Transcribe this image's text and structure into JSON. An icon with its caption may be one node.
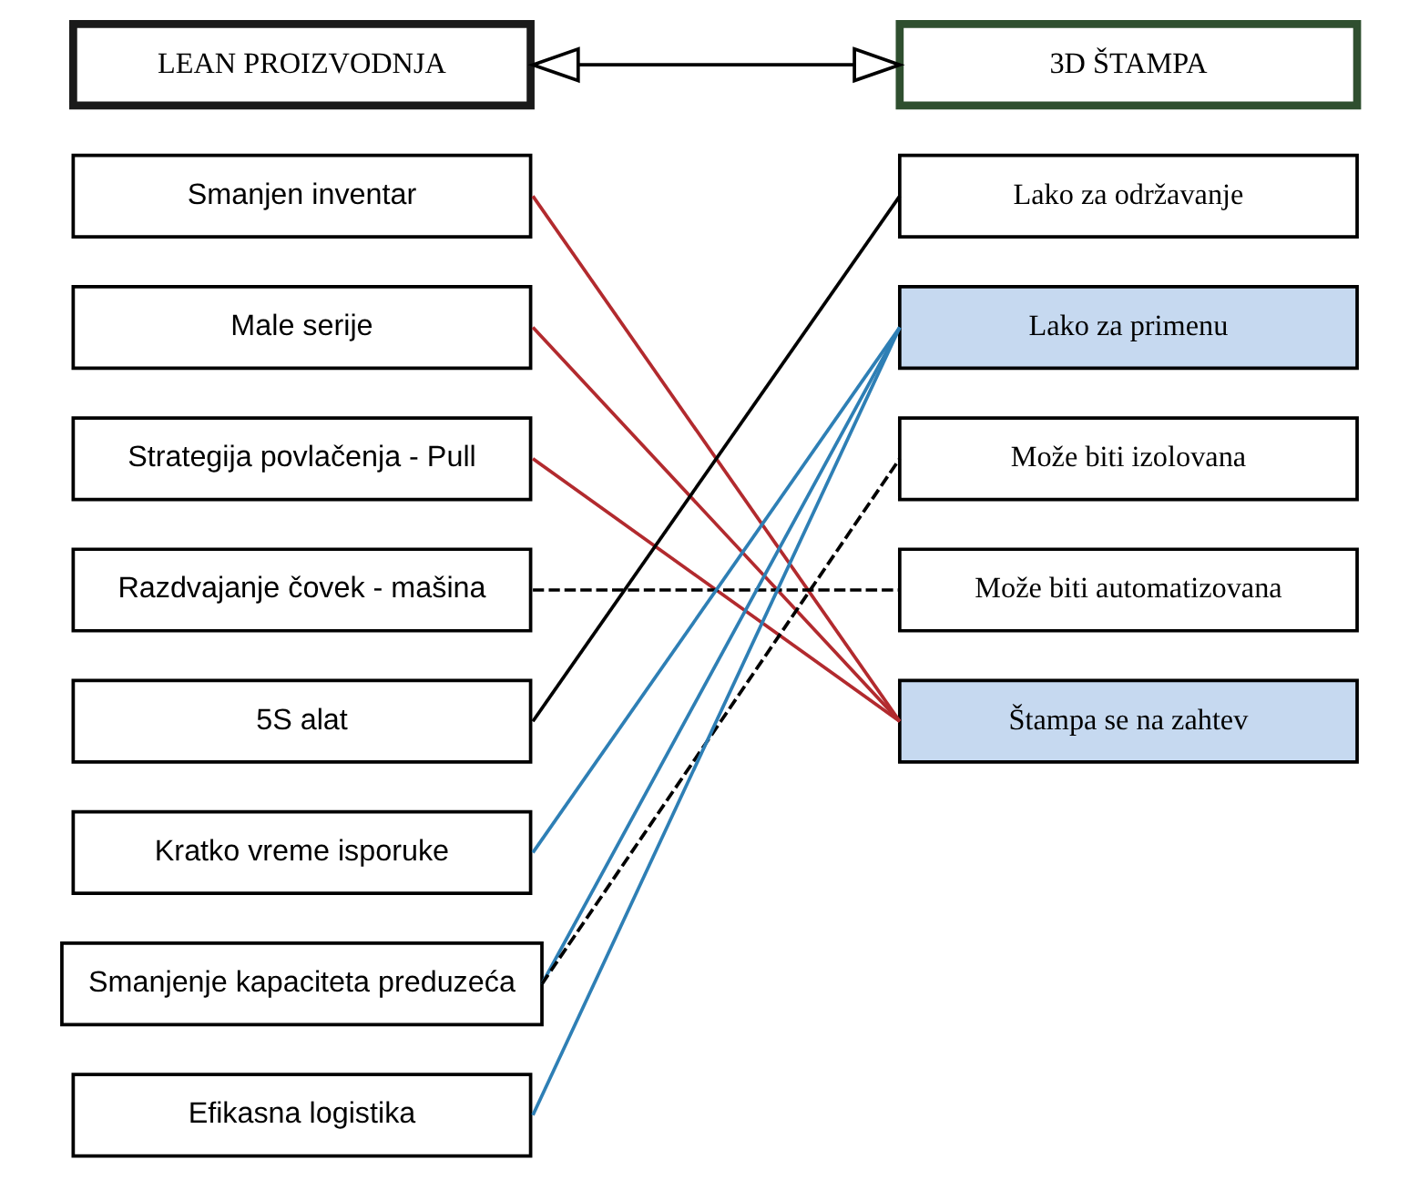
{
  "diagram": {
    "nodes": [
      {
        "text": [
          "LEAN PROIZVODNJA"
        ]
      },
      {
        "text": [
          "3D ŠTAMPA"
        ]
      },
      {
        "text": [
          "Smanjen inventar"
        ]
      },
      {
        "text": [
          "Male serije"
        ]
      },
      {
        "text": [
          "Strategija povlačenja - Pull"
        ]
      },
      {
        "text": [
          "Razdvajanje čovek - mašina"
        ]
      },
      {
        "text": [
          "5S alat"
        ]
      },
      {
        "text": [
          "Kratko vreme isporuke"
        ]
      },
      {
        "text": [
          "Smanjenje kapaciteta preduzeća"
        ]
      },
      {
        "text": [
          "Efikasna logistika"
        ]
      },
      {
        "text": [
          "Lako za održavanje"
        ]
      },
      {
        "text": [
          "Lako za primenu"
        ]
      },
      {
        "text": [
          "Može biti izolovana"
        ]
      },
      {
        "text": [
          "Može biti automatizovana"
        ]
      },
      {
        "text": [
          "Štampa se na zahtev"
        ]
      }
    ],
    "edges": [
      {
        "from": 0,
        "to": 1,
        "arrow": "both"
      },
      {
        "from": 2,
        "to": 14,
        "arrow": "none",
        "color": "#b22a2e"
      },
      {
        "from": 3,
        "to": 14,
        "arrow": "none",
        "color": "#b22a2e"
      },
      {
        "from": 4,
        "to": 14,
        "arrow": "none",
        "color": "#b22a2e"
      },
      {
        "from": 5,
        "to": 13,
        "arrow": "none",
        "style": "dashed"
      },
      {
        "from": 6,
        "to": 10,
        "arrow": "none"
      },
      {
        "from": 7,
        "to": 11,
        "arrow": "none",
        "color": "#2e7fb5"
      },
      {
        "from": 8,
        "to": 11,
        "arrow": "none",
        "color": "#2e7fb5"
      },
      {
        "from": 8,
        "to": 12,
        "arrow": "none",
        "style": "dashed"
      },
      {
        "from": 9,
        "to": 11,
        "arrow": "none",
        "color": "#2e7fb5"
      }
    ]
  }
}
